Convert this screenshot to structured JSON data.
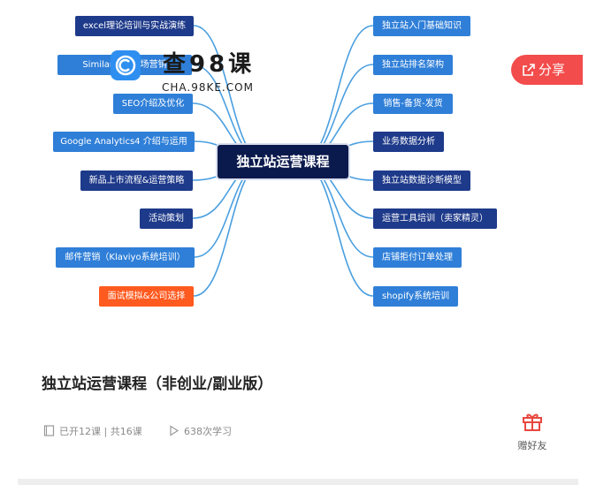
{
  "mindmap": {
    "center": "独立站运营课程",
    "left_nodes": [
      "excel理论培训与实战演练",
      "Similarweb营场营销",
      "SEO介绍及优化",
      "Google Analytics4 介绍与运用",
      "新品上市流程&运营策略",
      "活动策划",
      "邮件营销（Klaviyo系统培训）",
      "面试模拟&公司选择"
    ],
    "right_nodes": [
      "独立站入门基础知识",
      "独立站排名架构",
      "销售-备货-发货",
      "业务数据分析",
      "独立站数据诊断模型",
      "运营工具培训（卖家精灵）",
      "店铺拒付订单处理",
      "shopify系统培训"
    ],
    "colors": {
      "navy": "#1e3a8a",
      "blue": "#2f7fd8",
      "orange": "#ff5a1f",
      "center": "#0b1a4d",
      "line": "#4a9fe0"
    }
  },
  "watermark": {
    "text": "查98课",
    "sub": "CHA.98KE.COM",
    "icon": "c-circle-logo"
  },
  "share_button": {
    "label": "分享",
    "icon": "share-icon"
  },
  "course": {
    "title": "独立站运营课程（非创业/副业版）",
    "lessons": "已开12课 | 共16课",
    "students": "638次学习"
  },
  "gift": {
    "label": "赠好友",
    "icon": "gift-icon"
  }
}
